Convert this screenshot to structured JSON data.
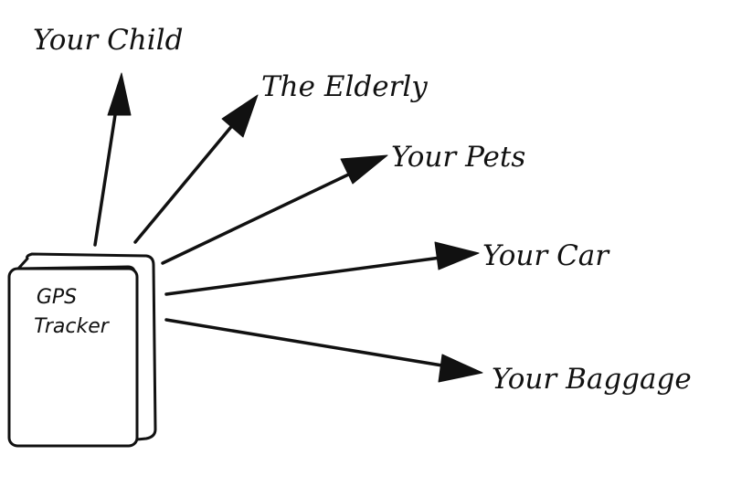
{
  "device": {
    "line1": "GPS",
    "line2": "Tracker"
  },
  "targets": [
    {
      "label": "Your Child"
    },
    {
      "label": "The Elderly"
    },
    {
      "label": "Your Pets"
    },
    {
      "label": "Your Car"
    },
    {
      "label": "Your Baggage"
    }
  ],
  "colors": {
    "ink": "#111111",
    "background": "#ffffff"
  }
}
